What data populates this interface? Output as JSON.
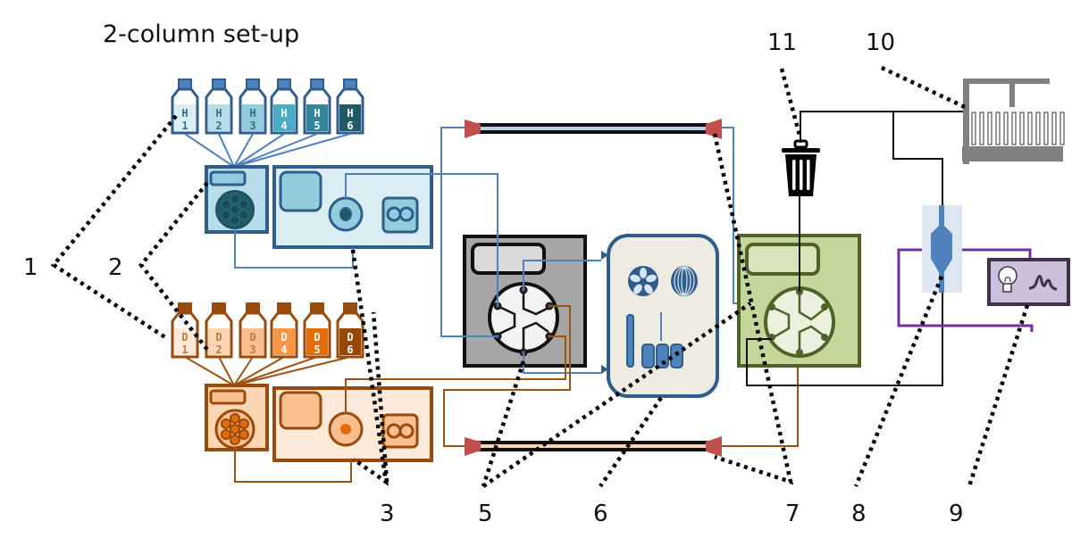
{
  "title": "2-column set-up",
  "colors": {
    "h_line": "#4f81bd",
    "d_line": "#a0520f",
    "h_dark": "#2f5d8c",
    "d_dark": "#9a4a0a",
    "column_cap": "#c0504d",
    "valve_green_fill": "#c4d79b",
    "valve_green_stroke": "#4f6228",
    "detector_fill": "#ccc0da",
    "detector_stroke": "#403151",
    "detector_line": "#7030a0",
    "oven_fill": "#eeece1",
    "valve_gray_fill": "#a6a6a6"
  },
  "h_bottles": [
    {
      "letter": "H",
      "num": "1",
      "fill": "#dbeef4",
      "text": "#31708a"
    },
    {
      "letter": "H",
      "num": "2",
      "fill": "#b7dde8",
      "text": "#31708a"
    },
    {
      "letter": "H",
      "num": "3",
      "fill": "#93cddd",
      "text": "#31708a"
    },
    {
      "letter": "H",
      "num": "4",
      "fill": "#4bacc6",
      "text": "#ffffff"
    },
    {
      "letter": "H",
      "num": "5",
      "fill": "#31859c",
      "text": "#ffffff"
    },
    {
      "letter": "H",
      "num": "6",
      "fill": "#215967",
      "text": "#ffffff"
    }
  ],
  "d_bottles": [
    {
      "letter": "D",
      "num": "1",
      "fill": "#fde9d9",
      "text": "#c07a40"
    },
    {
      "letter": "D",
      "num": "2",
      "fill": "#fcd5b4",
      "text": "#c07a40"
    },
    {
      "letter": "D",
      "num": "3",
      "fill": "#fabf8f",
      "text": "#c07a40"
    },
    {
      "letter": "D",
      "num": "4",
      "fill": "#f79646",
      "text": "#ffffff"
    },
    {
      "letter": "D",
      "num": "5",
      "fill": "#e26b0a",
      "text": "#ffffff"
    },
    {
      "letter": "D",
      "num": "6",
      "fill": "#974706",
      "text": "#ffffff"
    }
  ],
  "labels": {
    "l1": "1",
    "l2": "2",
    "l3": "3",
    "l5": "5",
    "l6": "6",
    "l7": "7",
    "l8": "8",
    "l9": "9",
    "l10": "10",
    "l11": "11"
  },
  "icons": {
    "waste": "trash-can-icon",
    "fraction_collector": "fraction-collector-icon",
    "detector_lamp": "light-bulb-icon",
    "detector_peak": "chromatogram-peak-icon"
  }
}
